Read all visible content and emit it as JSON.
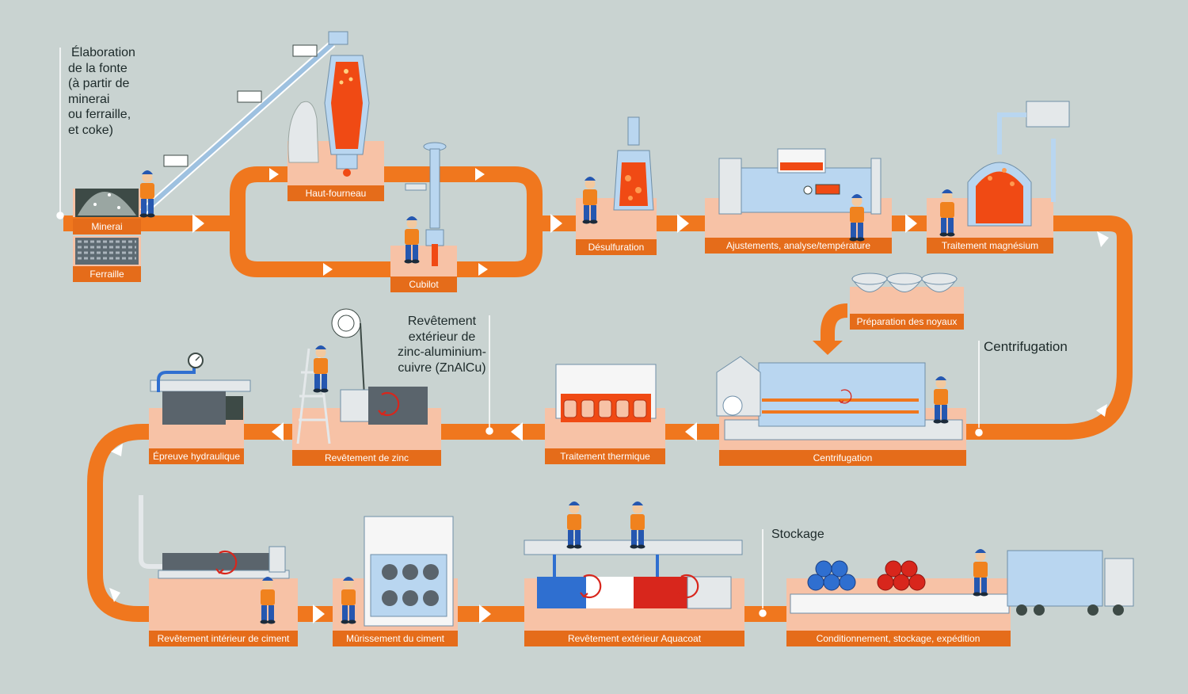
{
  "captions": {
    "elaboration": [
      "Élaboration",
      "de la fonte",
      "(à partir de",
      "minerai",
      "ou ferraille,",
      "et coke)"
    ],
    "revetement_ext": [
      "Revêtement",
      "extérieur de",
      "zinc-aluminium-",
      "cuivre (ZnAlCu)"
    ],
    "centrifugation": "Centrifugation",
    "stockage": "Stockage"
  },
  "stations": {
    "minerai": "Minerai",
    "ferraille": "Ferraille",
    "haut_fourneau": "Haut-fourneau",
    "cubilot": "Cubilot",
    "desulfuration": "Désulfuration",
    "ajustements": "Ajustements, analyse/température",
    "traitement_magnesium": "Traitement magnésium",
    "preparation_noyaux": "Préparation des noyaux",
    "centrifugation": "Centrifugation",
    "traitement_thermique": "Traitement thermique",
    "revetement_zinc": "Revêtement de zinc",
    "epreuve_hydraulique": "Épreuve hydraulique",
    "revetement_ciment": "Revêtement intérieur de ciment",
    "murissement": "Mûrissement du ciment",
    "aquacoat": "Revêtement extérieur Aquacoat",
    "conditionnement": "Conditionnement, stockage, expédition"
  },
  "colors": {
    "background": "#c9d3d1",
    "flow": "#f0771e",
    "station_panel": "#f7c2a6",
    "label_bar": "#e56c1a",
    "worker_shirt": "#f0821e",
    "worker_pants": "#2557b0",
    "machine": "#b9d6f0",
    "molten": "#f04a14"
  },
  "icons": [
    "worker-icon",
    "truck-icon",
    "pressure-gauge-icon",
    "rotation-arrow-icon",
    "flow-arrow-icon"
  ]
}
